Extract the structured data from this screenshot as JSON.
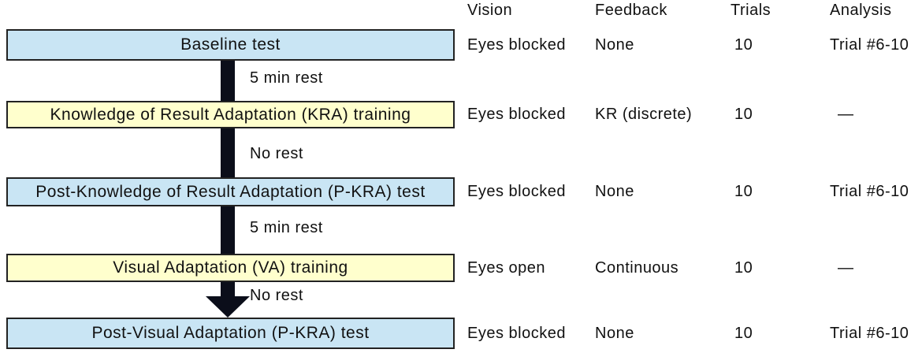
{
  "flow": {
    "steps": [
      {
        "label": "Baseline test",
        "kind": "test"
      },
      {
        "label": "Knowledge of Result Adaptation (KRA) training",
        "kind": "training"
      },
      {
        "label": "Post-Knowledge of Result Adaptation (P-KRA) test",
        "kind": "test"
      },
      {
        "label": "Visual Adaptation (VA) training",
        "kind": "training"
      },
      {
        "label": "Post-Visual Adaptation (P-KRA) test",
        "kind": "test"
      }
    ],
    "transitions": [
      "5 min rest",
      "No rest",
      "5 min rest",
      "No rest"
    ]
  },
  "table": {
    "headers": [
      "Vision",
      "Feedback",
      "Trials",
      "Analysis"
    ],
    "rows": [
      {
        "vision": "Eyes blocked",
        "feedback": "None",
        "trials": "10",
        "analysis": "Trial #6-10"
      },
      {
        "vision": "Eyes blocked",
        "feedback": "KR (discrete)",
        "trials": "10",
        "analysis": "—"
      },
      {
        "vision": "Eyes blocked",
        "feedback": "None",
        "trials": "10",
        "analysis": "Trial #6-10"
      },
      {
        "vision": "Eyes open",
        "feedback": "Continuous",
        "trials": "10",
        "analysis": "—"
      },
      {
        "vision": "Eyes blocked",
        "feedback": "None",
        "trials": "10",
        "analysis": "Trial #6-10"
      }
    ]
  },
  "colors": {
    "test_box_fill": "#c9e5f4",
    "training_box_fill": "#ffffcd",
    "box_border": "#222222",
    "arrow": "#0b0e1a"
  }
}
